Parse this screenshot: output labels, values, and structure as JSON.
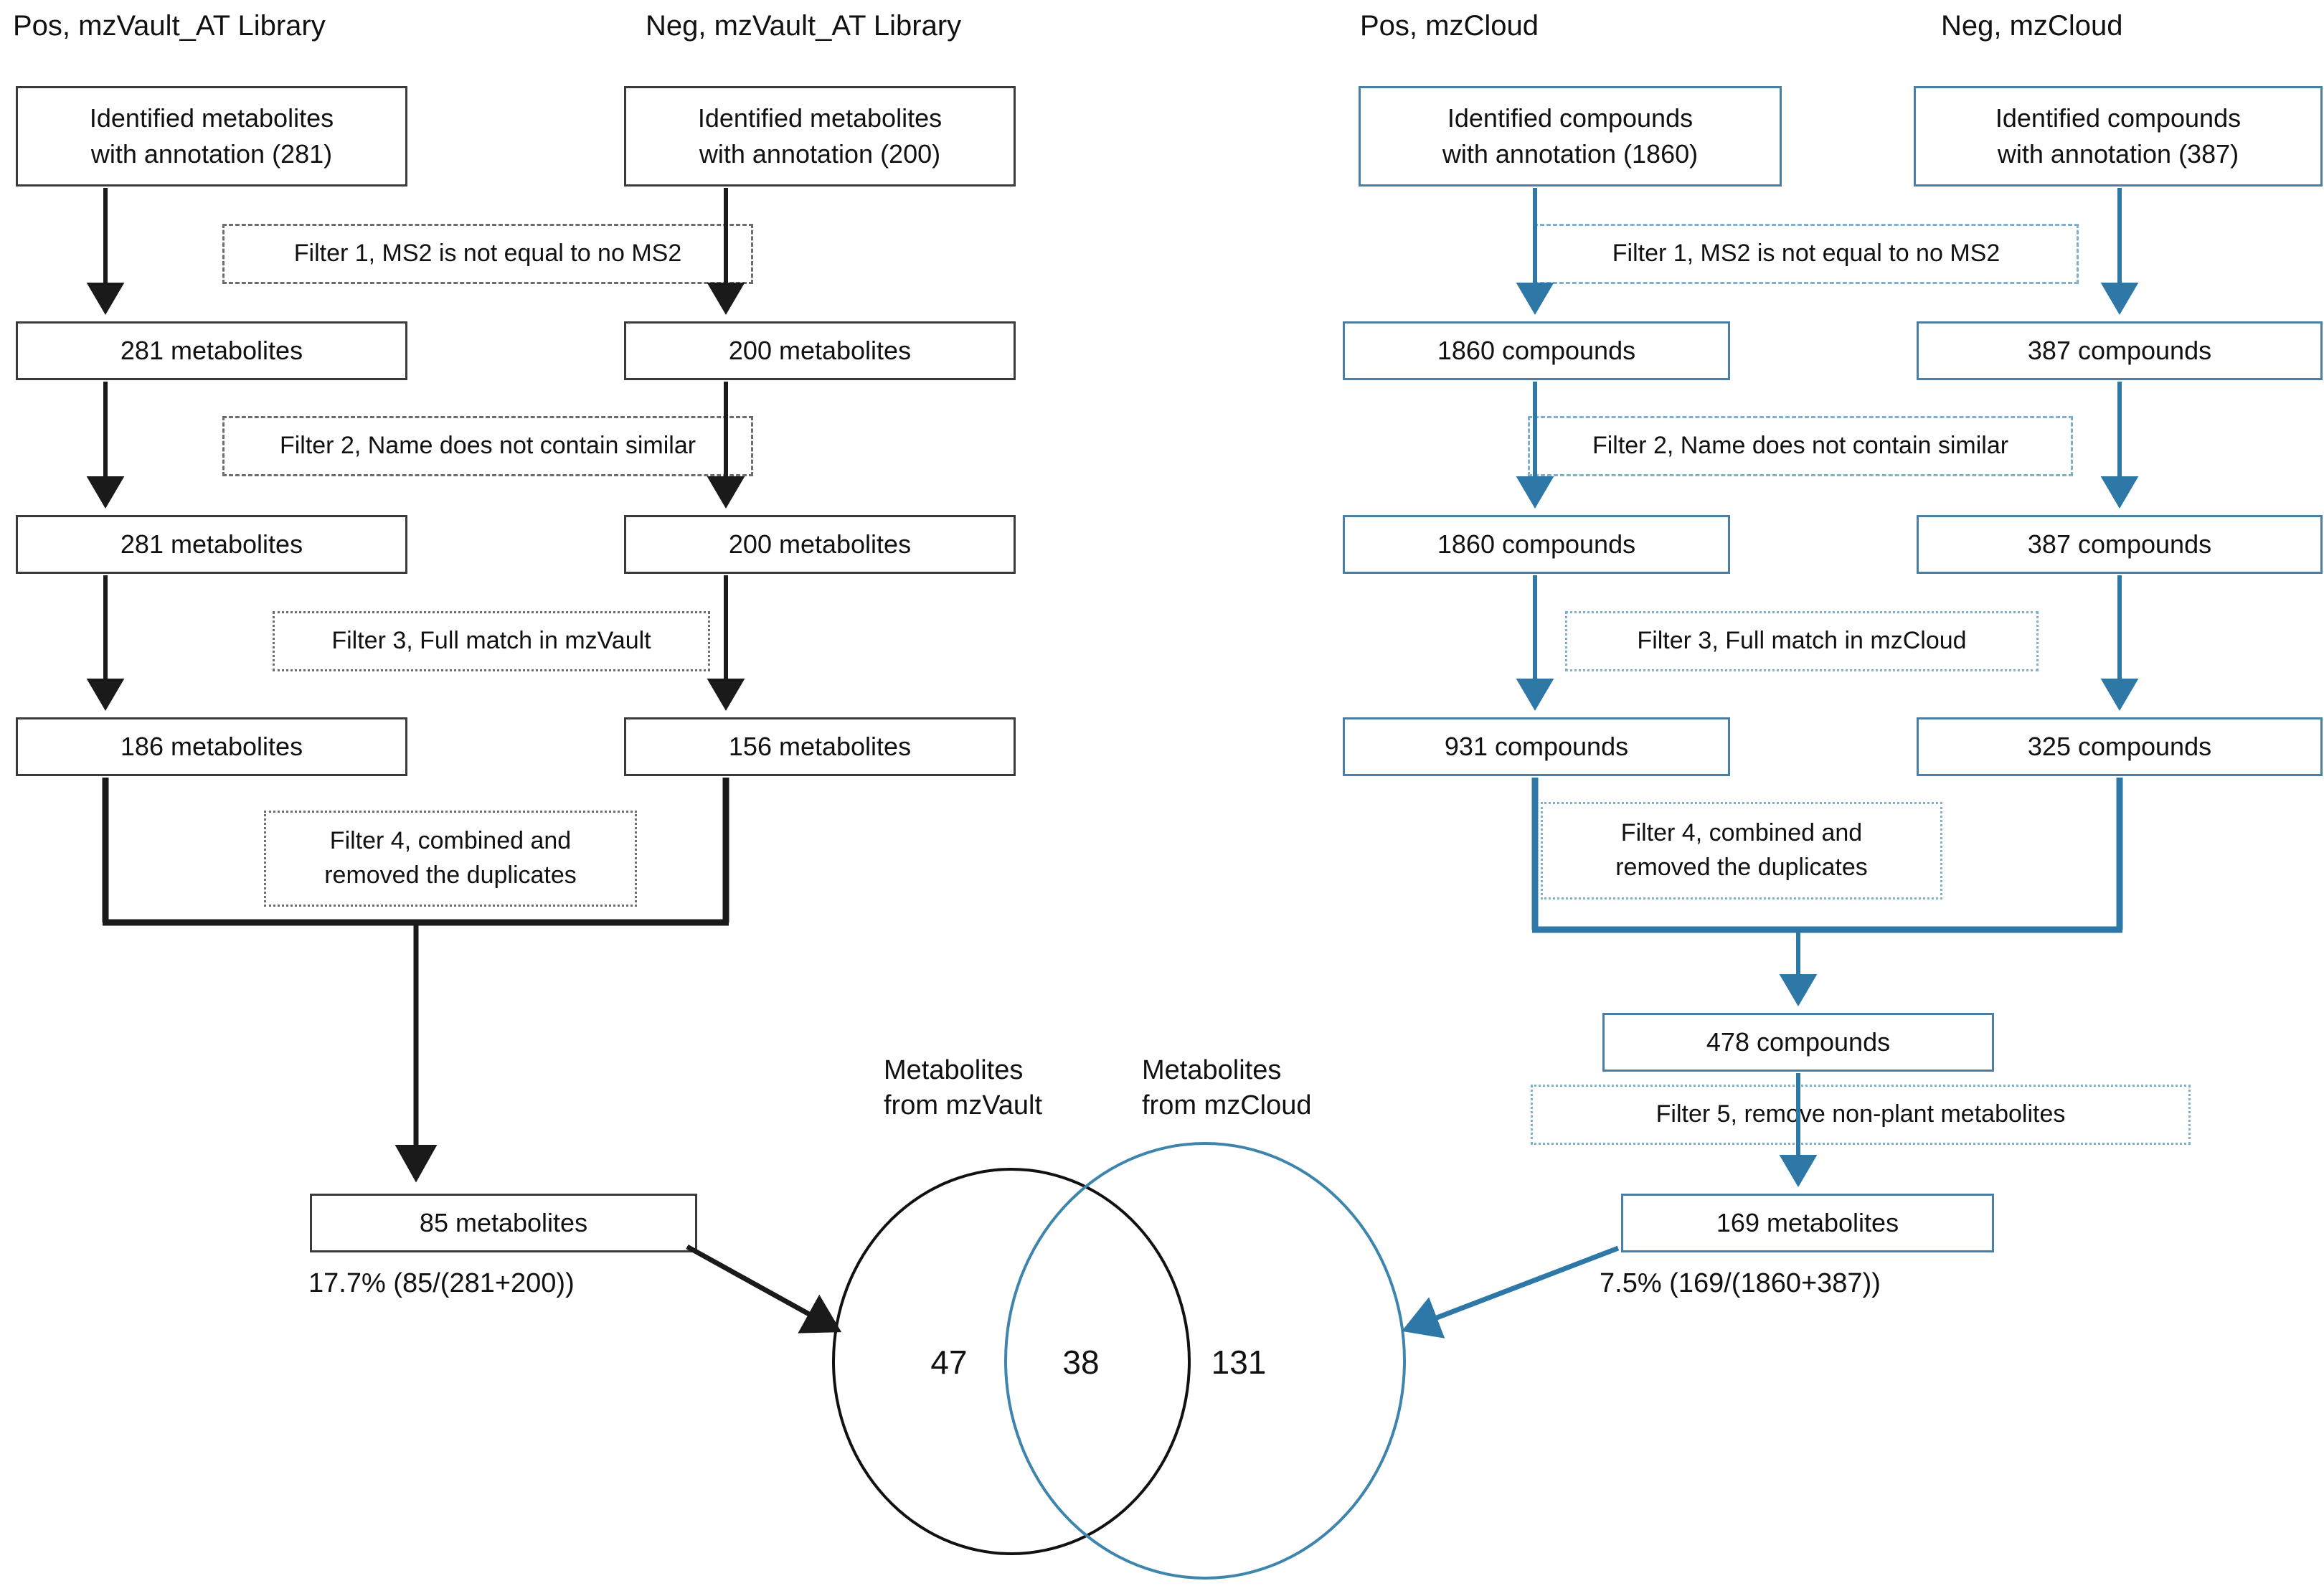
{
  "diagram": {
    "title": "Metabolite identification filtering workflow",
    "colors": {
      "mzvault_line": "#1a1a1a",
      "mzcloud_line": "#2e78a8",
      "box_border_black": "#3a3a3a",
      "box_border_blue": "#4a7fa5",
      "filter_border_black": "#6d6d6d",
      "filter_border_blue": "#7fb0cd"
    },
    "columns": [
      {
        "id": "pos-mzvault",
        "header": "Pos, mzVault_AT Library"
      },
      {
        "id": "neg-mzvault",
        "header": "Neg, mzVault_AT Library"
      },
      {
        "id": "pos-mzcloud",
        "header": "Pos, mzCloud"
      },
      {
        "id": "neg-mzcloud",
        "header": "Neg, mzCloud"
      }
    ],
    "boxes": {
      "pos_vault_start_l1": "Identified metabolites",
      "pos_vault_start_l2": "with annotation (281)",
      "neg_vault_start_l1": "Identified metabolites",
      "neg_vault_start_l2": "with annotation (200)",
      "pos_cloud_start_l1": "Identified compounds",
      "pos_cloud_start_l2": "with annotation (1860)",
      "neg_cloud_start_l1": "Identified compounds",
      "neg_cloud_start_l2": "with annotation (387)",
      "pos_vault_f1": "281 metabolites",
      "neg_vault_f1": "200 metabolites",
      "pos_cloud_f1": "1860 compounds",
      "neg_cloud_f1": "387 compounds",
      "pos_vault_f2": "281 metabolites",
      "neg_vault_f2": "200 metabolites",
      "pos_cloud_f2": "1860 compounds",
      "neg_cloud_f2": "387 compounds",
      "pos_vault_f3": "186 metabolites",
      "neg_vault_f3": "156 metabolites",
      "pos_cloud_f3": "931 compounds",
      "neg_cloud_f3": "325 compounds",
      "vault_combined": "85 metabolites",
      "cloud_combined": "478 compounds",
      "cloud_final": "169 metabolites"
    },
    "filters": {
      "vault_f1": "Filter 1, MS2 is not equal to no MS2",
      "vault_f2": "Filter 2, Name does not contain similar",
      "vault_f3": "Filter 3, Full match in mzVault",
      "vault_f4_l1": "Filter 4, combined and",
      "vault_f4_l2": "removed the duplicates",
      "cloud_f1": "Filter 1, MS2 is not equal to no MS2",
      "cloud_f2": "Filter 2, Name does not contain similar",
      "cloud_f3": "Filter 3, Full match in mzCloud",
      "cloud_f4_l1": "Filter 4, combined and",
      "cloud_f4_l2": "removed the duplicates",
      "cloud_f5": "Filter 5, remove non-plant metabolites"
    },
    "captions": {
      "vault_pct": "17.7% (85/(281+200))",
      "cloud_pct": "7.5% (169/(1860+387))"
    },
    "venn": {
      "left_label_l1": "Metabolites",
      "left_label_l2": "from mzVault",
      "right_label_l1": "Metabolites",
      "right_label_l2": "from mzCloud",
      "left_only": "47",
      "intersection": "38",
      "right_only": "131"
    }
  },
  "chart_data": {
    "type": "diagram",
    "title": "Metabolite identification filtering workflow",
    "branches": [
      {
        "name": "Pos, mzVault_AT Library",
        "steps": [
          {
            "label": "Identified metabolites with annotation (281)",
            "value": 281
          },
          {
            "label": "281 metabolites",
            "value": 281
          },
          {
            "label": "281 metabolites",
            "value": 281
          },
          {
            "label": "186 metabolites",
            "value": 186
          }
        ]
      },
      {
        "name": "Neg, mzVault_AT Library",
        "steps": [
          {
            "label": "Identified metabolites with annotation (200)",
            "value": 200
          },
          {
            "label": "200 metabolites",
            "value": 200
          },
          {
            "label": "200 metabolites",
            "value": 200
          },
          {
            "label": "156 metabolites",
            "value": 156
          }
        ]
      },
      {
        "name": "Pos, mzCloud",
        "steps": [
          {
            "label": "Identified compounds with annotation (1860)",
            "value": 1860
          },
          {
            "label": "1860 compounds",
            "value": 1860
          },
          {
            "label": "1860 compounds",
            "value": 1860
          },
          {
            "label": "931 compounds",
            "value": 931
          }
        ]
      },
      {
        "name": "Neg, mzCloud",
        "steps": [
          {
            "label": "Identified compounds with annotation (387)",
            "value": 387
          },
          {
            "label": "387 compounds",
            "value": 387
          },
          {
            "label": "387 compounds",
            "value": 387
          },
          {
            "label": "325 compounds",
            "value": 325
          }
        ]
      }
    ],
    "merges": [
      {
        "name": "mzVault combined",
        "label": "85 metabolites",
        "value": 85,
        "percent": 17.7,
        "formula": "85/(281+200)"
      },
      {
        "name": "mzCloud combined",
        "label": "478 compounds",
        "value": 478
      },
      {
        "name": "mzCloud final",
        "label": "169 metabolites",
        "value": 169,
        "percent": 7.5,
        "formula": "169/(1860+387)"
      }
    ],
    "venn": {
      "left_only": 47,
      "intersection": 38,
      "right_only": 131,
      "left_set": "Metabolites from mzVault",
      "right_set": "Metabolites from mzCloud"
    }
  }
}
